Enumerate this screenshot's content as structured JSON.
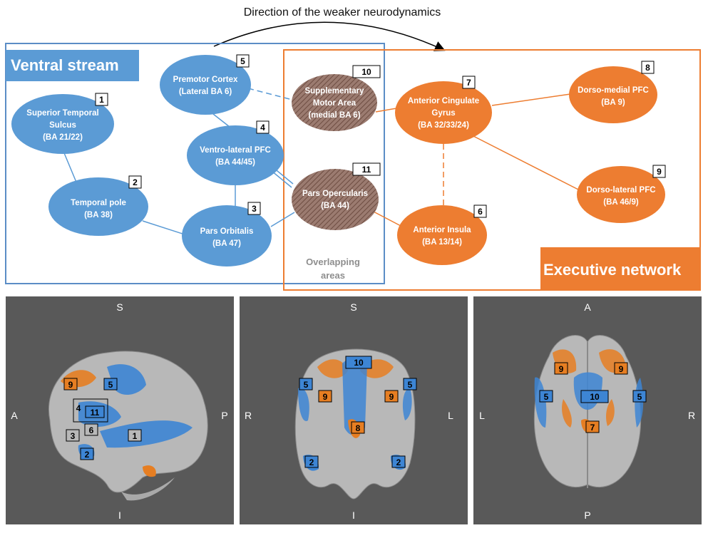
{
  "title": "Direction of the weaker neurodynamics",
  "ventral_label": "Ventral stream",
  "executive_label": "Executive network",
  "overlap_label_1": "Overlapping",
  "overlap_label_2": "areas",
  "colors": {
    "ventral_blue": "#5b9bd5",
    "executive_orange": "#ed7d31",
    "overlap_brown": "#8d6e63",
    "brain_panel": "#595959"
  },
  "nodes": {
    "n1": {
      "num": "1",
      "lines": [
        "Superior Temporal",
        "Sulcus",
        "(BA 21/22)"
      ]
    },
    "n2": {
      "num": "2",
      "lines": [
        "Temporal pole",
        "(BA 38)"
      ]
    },
    "n3": {
      "num": "3",
      "lines": [
        "Pars Orbitalis",
        "(BA 47)"
      ]
    },
    "n4": {
      "num": "4",
      "lines": [
        "Ventro-lateral PFC",
        "(BA 44/45)"
      ]
    },
    "n5": {
      "num": "5",
      "lines": [
        "Premotor Cortex",
        "(Lateral BA 6)"
      ]
    },
    "n6": {
      "num": "6",
      "lines": [
        "Anterior Insula",
        "(BA 13/14)"
      ]
    },
    "n7": {
      "num": "7",
      "lines": [
        "Anterior Cingulate",
        "Gyrus",
        "(BA 32/33/24)"
      ]
    },
    "n8": {
      "num": "8",
      "lines": [
        "Dorso-medial PFC",
        "(BA 9)"
      ]
    },
    "n9": {
      "num": "9",
      "lines": [
        "Dorso-lateral PFC",
        "(BA 46/9)"
      ]
    },
    "n10": {
      "num": "10",
      "lines": [
        "Supplementary",
        "Motor Area",
        "(medial BA 6)"
      ]
    },
    "n11": {
      "num": "11",
      "lines": [
        "Pars Opercularis",
        "(BA 44)"
      ]
    }
  },
  "panels": {
    "lateral": {
      "top": "S",
      "bottom": "I",
      "left": "A",
      "right": "P",
      "labels": [
        "9",
        "5",
        "4",
        "11",
        "6",
        "3",
        "1",
        "2"
      ]
    },
    "coronal": {
      "top": "S",
      "bottom": "I",
      "left": "R",
      "right": "L",
      "labels": [
        "10",
        "5",
        "5",
        "9",
        "9",
        "8",
        "2",
        "2"
      ]
    },
    "axial": {
      "top": "A",
      "bottom": "P",
      "left": "L",
      "right": "R",
      "labels": [
        "9",
        "9",
        "5",
        "10",
        "5",
        "7"
      ]
    }
  }
}
